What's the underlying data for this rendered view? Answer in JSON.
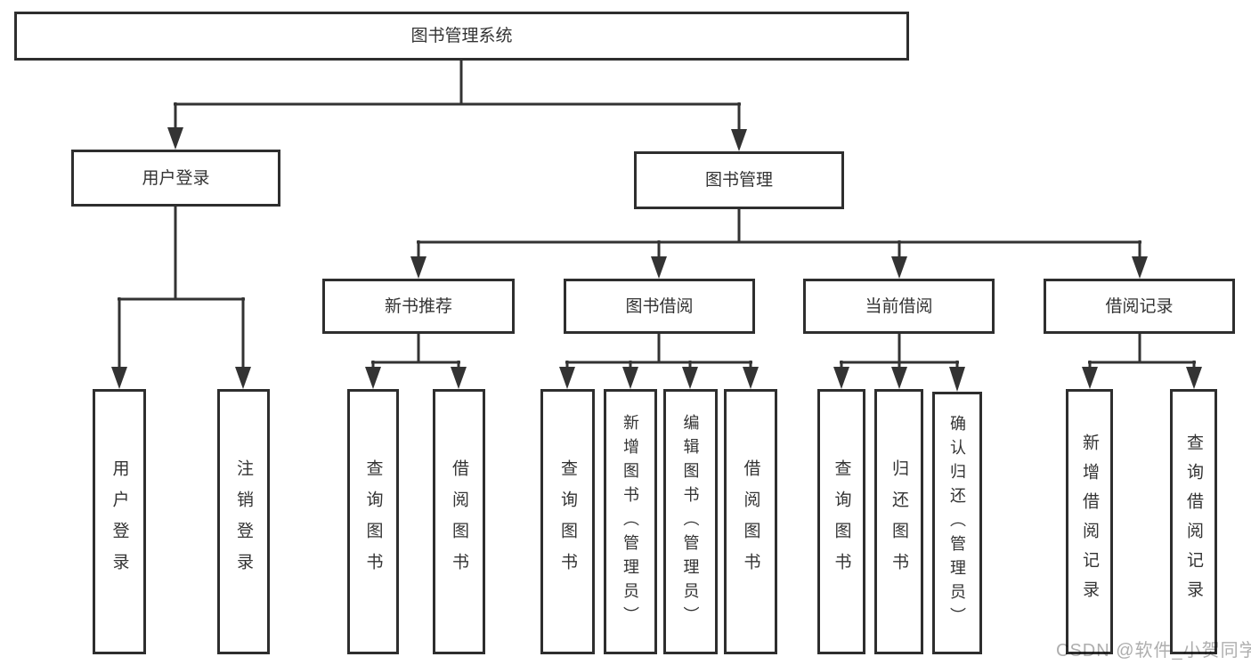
{
  "tree": {
    "root": {
      "label": "图书管理系统"
    },
    "branches": [
      {
        "label": "用户登录",
        "children": [
          {
            "label": "用户登录"
          },
          {
            "label": "注销登录"
          }
        ]
      },
      {
        "label": "图书管理",
        "children": [
          {
            "label": "新书推荐",
            "children": [
              {
                "label": "查询图书"
              },
              {
                "label": "借阅图书"
              }
            ]
          },
          {
            "label": "图书借阅",
            "children": [
              {
                "label": "查询图书"
              },
              {
                "label": "新增图书（管理员）"
              },
              {
                "label": "编辑图书（管理员）"
              },
              {
                "label": "借阅图书"
              }
            ]
          },
          {
            "label": "当前借阅",
            "children": [
              {
                "label": "查询图书"
              },
              {
                "label": "归还图书"
              },
              {
                "label": "确认归还（管理员）"
              }
            ]
          },
          {
            "label": "借阅记录",
            "children": [
              {
                "label": "新增借阅记录"
              },
              {
                "label": "查询借阅记录"
              }
            ]
          }
        ]
      }
    ]
  },
  "watermark": {
    "text": "CSDN @软件_小贺同学"
  },
  "colors": {
    "line": "#333333",
    "box_border": "#2e2e2e",
    "box_fill": "#ffffff",
    "text": "#333333",
    "watermark": "#aeaeae"
  }
}
